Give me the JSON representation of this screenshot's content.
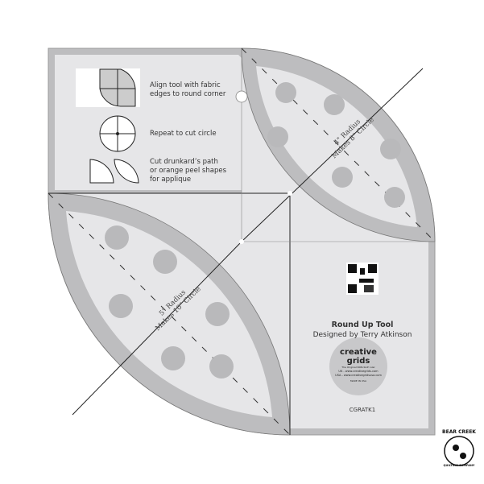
{
  "instructions": [
    {
      "text": "Align tool with fabric edges to round corner",
      "line1": "Align tool with fabric",
      "line2": "edges to round corner"
    },
    {
      "text": "Repeat to cut circle",
      "line1": "Repeat to cut circle"
    },
    {
      "text": "Cut drunkard's path or orange peel shapes for applique",
      "line1": "Cut drunkard’s path",
      "line2": "or orange peel shapes",
      "line3": "for applique"
    }
  ],
  "small_arc": {
    "line1": "4\" Radius",
    "line2": "Makes 8\" Circle"
  },
  "large_arc": {
    "line1": "5\" Radius",
    "line2": "Makes 10\" Circle"
  },
  "product": {
    "name": "Round Up Tool",
    "designer": "Designed by Terry Atkinson",
    "sku": "CGRATK1"
  },
  "brand_badge": {
    "brand": "creative grids",
    "tagline": "The Original NON-SLIP ruler",
    "uk": "UK - www.creativegrids.com",
    "usa": "USA - www.creativegridsusa.com",
    "made_in": "MADE IN USA"
  },
  "watermark": {
    "line1": "BEAR CREEK",
    "line2": "QUILTING COMPANY"
  },
  "colors": {
    "ruler_fill": "#e6e6e8",
    "band": "#bdbdbf",
    "dots": "#b9b9bb",
    "text": "#333333"
  }
}
